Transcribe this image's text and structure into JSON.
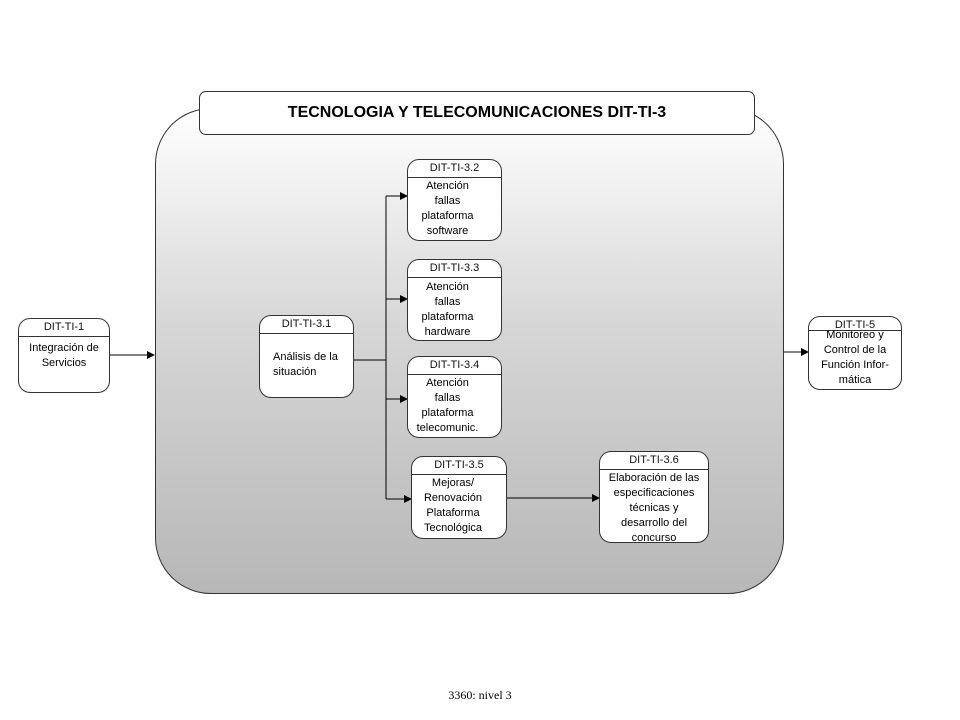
{
  "title": "TECNOLOGIA Y TELECOMUNICACIONES DIT-TI-3",
  "nodes": {
    "ti1": {
      "id": "DIT-TI-1",
      "text": "Integración de\nServicios"
    },
    "ti31": {
      "id": "DIT-TI-3.1",
      "text": "Análisis de la\nsituación"
    },
    "ti32": {
      "id": "DIT-TI-3.2",
      "text": "Atención\nfallas\nplataforma\nsoftware"
    },
    "ti33": {
      "id": "DIT-TI-3.3",
      "text": "Atención\nfallas\nplataforma\nhardware"
    },
    "ti34": {
      "id": "DIT-TI-3.4",
      "text": "Atención\nfallas\nplataforma\ntelecomunic."
    },
    "ti35": {
      "id": "DIT-TI-3.5",
      "text": "Mejoras/\nRenovación\nPlataforma\nTecnológica"
    },
    "ti36": {
      "id": "DIT-TI-3.6",
      "text": "Elaboración de las\nespecificaciones\ntécnicas y\ndesarrollo del\nconcurso"
    },
    "ti5": {
      "id": "DIT-TI-5",
      "text": "Monitoreo y\nControl de la\nFunción Infor-\nmática"
    }
  },
  "footer": "3360: nivel 3"
}
